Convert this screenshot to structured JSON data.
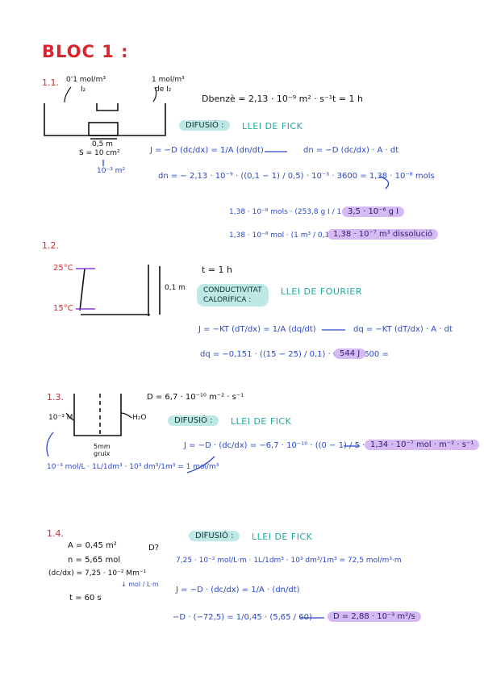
{
  "page_title": "BLOC 1 :",
  "colors": {
    "red": "#d8262f",
    "blue": "#2c48c9",
    "teal": "#23a89d",
    "pill_teal": "#bde8e6",
    "pill_purple": "#d6baf3",
    "purple": "#8b3fd1"
  },
  "s11": {
    "number": "1.1.",
    "left_conc": "0'1 mol/m³",
    "left_sym": "I₂",
    "right_conc": "1 mol/m³",
    "right_sym": "de I₂",
    "length": "0,5 m",
    "area": "S = 10 cm²",
    "area_conv": "10⁻³ m²",
    "d_value": "Dbenzè = 2,13 · 10⁻⁹ m² · s⁻¹",
    "time": "t = 1 h",
    "tag": "DIFUSIÓ :",
    "law": "LLEI DE FICK",
    "eq1": "J = −D (dc/dx) = 1/A (dn/dt)",
    "eq1b": "dn = −D (dc/dx) · A · dt",
    "eq2": "dn = − 2,13 · 10⁻⁹ · ((0,1 − 1) / 0,5) · 10⁻³ · 3600 = 1,38 · 10⁻⁸ mols",
    "eq3": "1,38 · 10⁻⁸ mols · (253,8 g I / 1 mol I) =",
    "res3": "3,5 · 10⁻⁶ g I",
    "eq4": "1,38 · 10⁻⁸ mol · (1 m³ / 0,1 mol) =",
    "res4": "1,38 · 10⁻⁷ m³ dissolució"
  },
  "s12": {
    "number": "1.2.",
    "t_hot": "25°C",
    "t_cold": "15°C",
    "thickness": "0,1 m",
    "time": "t = 1 h",
    "tag_line1": "CONDUCTIVITAT",
    "tag_line2": "CALORÍFICA :",
    "law": "LLEI DE FOURIER",
    "eq1": "J = −KT (dT/dx) = 1/A (dq/dt)",
    "eq1b": "dq = −KT (dT/dx) · A · dt",
    "eq2": "dq = −0,151 · ((15 − 25) / 0,1) · 0,01 · 3600 =",
    "res2": "544 J"
  },
  "s13": {
    "number": "1.3.",
    "d_value": "D = 6,7 · 10⁻¹⁰ m⁻² · s⁻¹",
    "left": "10⁻³ M",
    "right": "H₂O",
    "thick1": "5mm",
    "thick2": "gruix",
    "tag": "DIFUSIÓ :",
    "law": "LLEI DE FICK",
    "conv": "10⁻³ mol/L · 1L/1dm³ · 10³ dm³/1m³ = 1 mol/m³",
    "eq": "J = −D · (dc/dx) = −6,7 · 10⁻¹⁰ · ((0 − 1) / 5 · 10⁻³) =",
    "res": "1,34 · 10⁻⁷ mol · m⁻² · s⁻¹"
  },
  "s14": {
    "number": "1.4.",
    "area": "A = 0,45 m²",
    "moles": "n = 5,65 mol",
    "grad": "(dc/dx) = 7,25 · 10⁻² Mm⁻¹",
    "grad_unit": "↓ mol / L·m",
    "time": "t = 60 s",
    "unknown": "D?",
    "tag": "DIFUSIÓ :",
    "law": "LLEI DE FICK",
    "conv": "7,25 · 10⁻² mol/L·m · 1L/1dm³ · 10³ dm³/1m³ = 72,5 mol/m³·m",
    "eq1": "J = −D · (dc/dx) = 1/A · (dn/dt)",
    "eq2": "−D · (−72,5) = 1/0,45 · (5,65 / 60)",
    "res": "D = 2,88 · 10⁻³ m²/s"
  }
}
